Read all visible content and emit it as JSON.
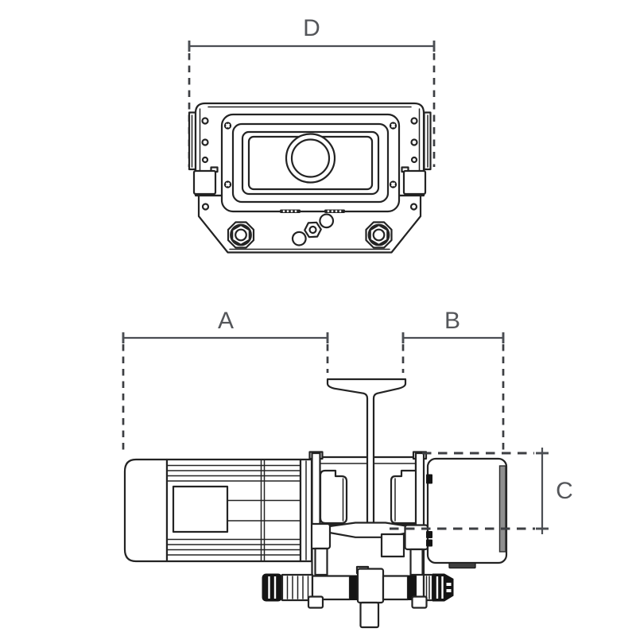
{
  "dimension_labels": {
    "a": "A",
    "b": "B",
    "c": "C",
    "d": "D"
  },
  "colors": {
    "background": "#ffffff",
    "linework": "#232323",
    "dimension_lines": "#4b4e53",
    "label_text": "#54565a"
  }
}
